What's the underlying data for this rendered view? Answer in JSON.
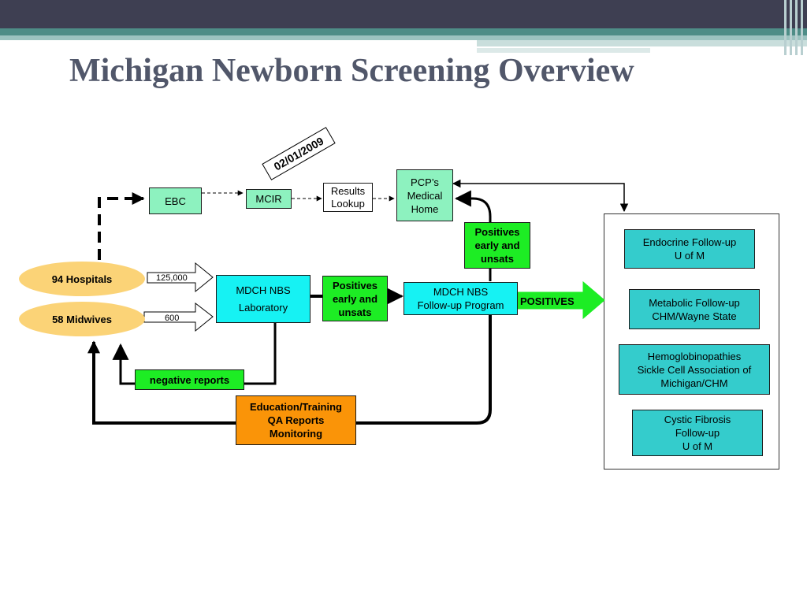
{
  "title": "Michigan Newborn Screening Overview",
  "colors": {
    "header": "#3e3f52",
    "accent": "#4e8d87",
    "ellipse": "#fbd377",
    "green": "#1ded24",
    "cyan": "#16f2f3",
    "teal": "#34cccc",
    "orange": "#fa9408",
    "light_green": "#8df2bf"
  },
  "stamp": "02/01/2009",
  "nodes": {
    "ebc": "EBC",
    "mcir": "MCIR",
    "results_lookup": [
      "Results",
      "Lookup"
    ],
    "pcp": [
      "PCP’s",
      "Medical",
      "Home"
    ],
    "positives_top": [
      "Positives",
      "early and",
      "unsats"
    ],
    "hospitals": "94 Hospitals",
    "midwives": "58 Midwives",
    "mdch_lab": [
      "MDCH NBS",
      "Laboratory"
    ],
    "positives_mid": [
      "Positives",
      "early and",
      "unsats"
    ],
    "followup_program": [
      "MDCH NBS",
      "Follow-up Program"
    ],
    "positives_arrow": "POSITIVES",
    "negative_reports": "negative reports",
    "education": [
      "Education/Training",
      "QA Reports",
      "Monitoring"
    ],
    "endocrine": [
      "Endocrine Follow-up",
      "U of M"
    ],
    "metabolic": [
      "Metabolic Follow-up",
      "CHM/Wayne State"
    ],
    "hemoglobinopathies": [
      "Hemoglobinopathies",
      "Sickle Cell Association of",
      "Michigan/CHM"
    ],
    "cystic_fibrosis": [
      "Cystic Fibrosis",
      "Follow-up",
      "U of M"
    ]
  },
  "counts": {
    "hospitals": "125,000",
    "midwives": "600"
  }
}
